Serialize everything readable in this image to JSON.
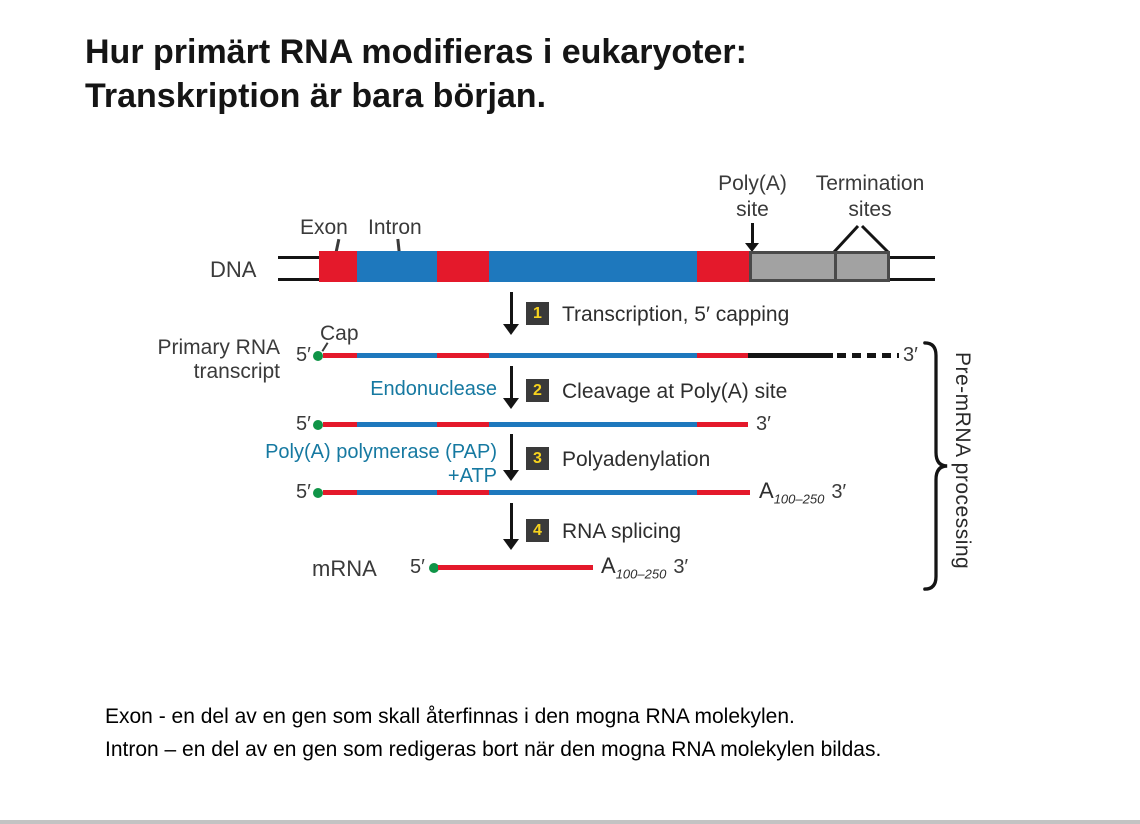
{
  "title": {
    "line1": "Hur primärt RNA modifieras i eukaryoter:",
    "line2": "Transkription är bara början."
  },
  "diagram": {
    "dna_label": "DNA",
    "exon_label": "Exon",
    "intron_label": "Intron",
    "polya_site": {
      "line1": "Poly(A)",
      "line2": "site"
    },
    "termination": {
      "line1": "Termination",
      "line2": "sites"
    },
    "primary_transcript": {
      "line1": "Primary RNA",
      "line2": "transcript"
    },
    "cap_label": "Cap",
    "five_prime": "5′",
    "three_prime": "3′",
    "mrna_label": "mRNA",
    "poly_a": {
      "base": "A",
      "subscript": "100–250"
    },
    "brace_label": "Pre-mRNA processing",
    "steps": [
      {
        "num": "1",
        "label": "Transcription, 5′ capping"
      },
      {
        "num": "2",
        "label": "Cleavage at Poly(A) site",
        "enzyme": "Endonuclease"
      },
      {
        "num": "3",
        "label": "Polyadenylation",
        "enzyme_line1": "Poly(A) polymerase (PAP)",
        "enzyme_line2": "+ATP"
      },
      {
        "num": "4",
        "label": "RNA splicing"
      }
    ],
    "colors": {
      "exon_red": "#e4192b",
      "intron_blue": "#1e78bd",
      "termination_gray": "#a2a2a2",
      "enzyme_teal": "#1679a1",
      "cap_green": "#0f9447",
      "step_box_bg": "#3a3a3a",
      "step_number_yellow": "#f7d31e"
    }
  },
  "footer": {
    "exon_def": "Exon -  en del av en gen som skall återfinnas i den mogna RNA molekylen.",
    "intron_def": "Intron – en del av en gen som redigeras bort när den mogna RNA molekylen bildas."
  }
}
